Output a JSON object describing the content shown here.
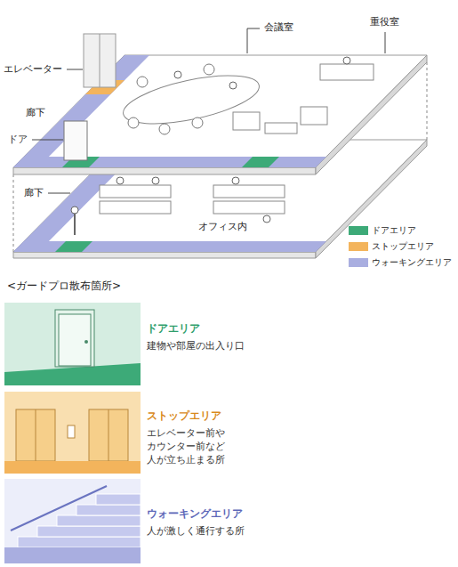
{
  "diagram": {
    "title": "<ガードプロ散布箇所>",
    "nodes": [
      {
        "text": [
          "ドアエリア",
          "建物や部屋の出入り口"
        ]
      },
      {
        "text": [
          "ストップエリア",
          "エレベーター前や カウンター前など 人が立ち止まる所"
        ]
      },
      {
        "text": [
          "ウォーキングエリア",
          "人が激しく通行する所"
        ]
      }
    ],
    "labels": [
      "会議室",
      "重役室",
      "エレベーター",
      "廊下",
      "ドア",
      "廊下",
      "オフィス内"
    ],
    "legend": [
      {
        "text": "ドアエリア",
        "color": "#3daa78"
      },
      {
        "text": "ストップエリア",
        "color": "#f3b45c"
      },
      {
        "text": "ウォーキングエリア",
        "color": "#a9aee0"
      }
    ]
  }
}
